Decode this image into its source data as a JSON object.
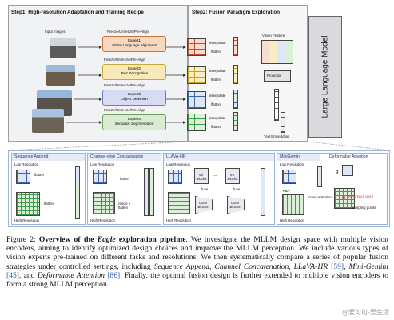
{
  "figure": {
    "step1_title": "Step1: High-resolution Adaptation and Training Recipe",
    "step2_title": "Step2: Fusion Paradigm Exploration",
    "input_images_label": "Input Images",
    "freeze_label": "Freeze/Unfreeze/Pre-Align",
    "experts": [
      {
        "name": "Expert1",
        "task": "Vision Language Alignment",
        "color": "#f6d7c0"
      },
      {
        "name": "Expert2",
        "task": "Text Recognition",
        "color": "#f7eab8"
      },
      {
        "name": "Expert3",
        "task": "Object Detection",
        "color": "#d7dcf2"
      },
      {
        "name": "Expert4",
        "task": "Semantic Segmentation",
        "color": "#d9ecd2"
      }
    ],
    "interpolate_label": "interpolate",
    "flatten_label": "flatten",
    "vision_feature_label": "Vision Feature",
    "projector_label": "Projector",
    "text_embedding_label": "Text Embedding",
    "llm_label": "Large Language Model",
    "methods": {
      "sequence_append": "Sequence Append",
      "channel_concat": "Channel-wise Concatenation",
      "llava_hr": "LLAVA-HR",
      "mini_gemini": "MiniGemini",
      "deformable": "Deformable Attention"
    },
    "low_resolution": "Low Resolution",
    "high_resolution": "High Resolution",
    "resize_flatten": "resize + flatten",
    "vit_blocks": "ViT Blocks",
    "conv_blocks": "Conv Blocks",
    "fuse": "fuse",
    "dots": "...",
    "query": "Q",
    "kv": "K&V",
    "cross_attention": "cross-attention",
    "reference_point": "Reference point",
    "sampling_points": "sampling points",
    "colors": {
      "blue": "#3a63b0",
      "green": "#3f9a4a",
      "orange": "#e0954a",
      "red": "#d9423a"
    }
  },
  "caption": {
    "label": "Figure 2:",
    "title_a": "Overview of the ",
    "title_em": "Eagle",
    "title_b": " exploration pipeline",
    "body_1": ". We investigate the MLLM design space with multiple vision encoders, aiming to identify optimized design choices and improve the MLLM perception. We include various types of vision experts pre-trained on different tasks and resolutions. We then systematically compare a series of popular fusion strategies under controlled settings, including ",
    "m1": "Sequence Append",
    "s1": ", ",
    "m2": "Channel Concatenation",
    "s2": ", ",
    "m3": "LLaVA-HR",
    "r1": " [59]",
    "s3": ", ",
    "m4": "Mini-Gemini",
    "r2": " [45]",
    "s4": ", and ",
    "m5": "Deformable Attention",
    "r3": " [86]",
    "body_2": ". Finally, the optimal fusion design is further extended to multiple vision encoders to form a strong MLLM perception."
  },
  "watermark": "@爱可可-爱生活"
}
